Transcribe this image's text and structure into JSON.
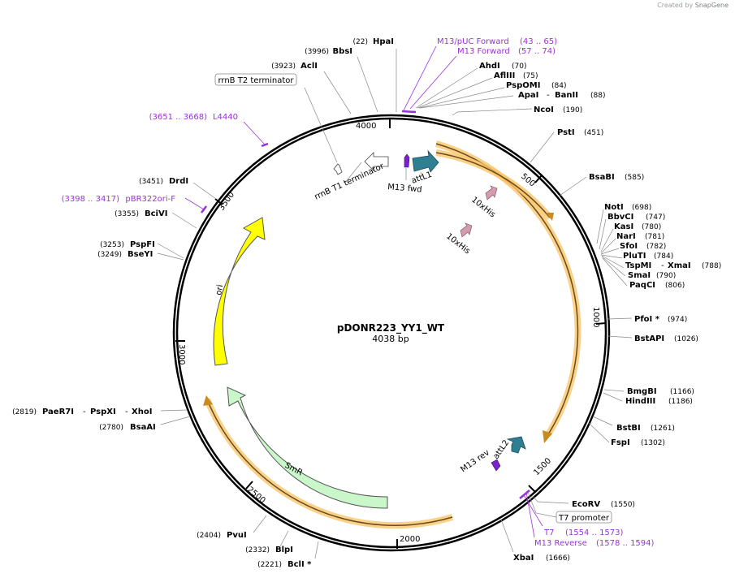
{
  "credit": {
    "prefix": "Created by",
    "brand": "SnapGene"
  },
  "plasmid": {
    "name": "pDONR223_YY1_WT",
    "length_label": "4038 bp",
    "length": 4038
  },
  "ticks": [
    {
      "label": "500",
      "pos": 500
    },
    {
      "label": "1000",
      "pos": 1000
    },
    {
      "label": "1500",
      "pos": 1500
    },
    {
      "label": "2000",
      "pos": 2000
    },
    {
      "label": "2500",
      "pos": 2500
    },
    {
      "label": "3000",
      "pos": 3000
    },
    {
      "label": "3500",
      "pos": 3500
    },
    {
      "label": "4000",
      "pos": 4000
    }
  ],
  "enzymes": [
    {
      "name": "HpaI",
      "pos": "(22)"
    },
    {
      "name": "BbsI",
      "pos": "(3996)"
    },
    {
      "name": "AclI",
      "pos": "(3923)"
    },
    {
      "name": "AhdI",
      "pos": "(70)"
    },
    {
      "name": "AflIII",
      "pos": "(75)"
    },
    {
      "name": "PspOMI",
      "pos": "(84)"
    },
    {
      "name": "ApaI",
      "extra": "BanII",
      "pos": "(88)"
    },
    {
      "name": "NcoI",
      "pos": "(190)"
    },
    {
      "name": "PstI",
      "pos": "(451)"
    },
    {
      "name": "BsaBI",
      "pos": "(585)"
    },
    {
      "name": "NotI",
      "pos": "(698)"
    },
    {
      "name": "BbvCI",
      "pos": "(747)"
    },
    {
      "name": "KasI",
      "pos": "(780)"
    },
    {
      "name": "NarI",
      "pos": "(781)"
    },
    {
      "name": "SfoI",
      "pos": "(782)"
    },
    {
      "name": "PluTI",
      "pos": "(784)"
    },
    {
      "name": "TspMI",
      "extra": "XmaI",
      "pos": "(788)"
    },
    {
      "name": "SmaI",
      "pos": "(790)"
    },
    {
      "name": "PaqCI",
      "pos": "(806)"
    },
    {
      "name": "PfoI *",
      "pos": "(974)"
    },
    {
      "name": "BstAPI",
      "pos": "(1026)"
    },
    {
      "name": "BmgBI",
      "pos": "(1166)"
    },
    {
      "name": "HindIII",
      "pos": "(1186)"
    },
    {
      "name": "BstBI",
      "pos": "(1261)"
    },
    {
      "name": "FspI",
      "pos": "(1302)"
    },
    {
      "name": "EcoRV",
      "pos": "(1550)"
    },
    {
      "name": "XbaI",
      "pos": "(1666)"
    },
    {
      "name": "BclI *",
      "pos": "(2221)"
    },
    {
      "name": "BlpI",
      "pos": "(2332)"
    },
    {
      "name": "PvuI",
      "pos": "(2404)"
    },
    {
      "name": "BsaAI",
      "pos": "(2780)"
    },
    {
      "name": "PaeR7I",
      "extra": "PspXI",
      "extra2": "XhoI",
      "pos": "(2819)"
    },
    {
      "name": "BseYI",
      "pos": "(3249)"
    },
    {
      "name": "PspFI",
      "pos": "(3253)"
    },
    {
      "name": "BciVI",
      "pos": "(3355)"
    },
    {
      "name": "DrdI",
      "pos": "(3451)"
    }
  ],
  "primers": [
    {
      "name": "M13/pUC Forward",
      "range": "(43 .. 65)"
    },
    {
      "name": "M13 Forward",
      "range": "(57 .. 74)"
    },
    {
      "name": "T7",
      "range": "(1554 .. 1573)"
    },
    {
      "name": "M13 Reverse",
      "range": "(1578 .. 1594)"
    },
    {
      "name": "L4440",
      "range": "(3651 .. 3668)"
    },
    {
      "name": "pBR322ori-F",
      "range": "(3398 .. 3417)"
    }
  ],
  "boxed_labels": {
    "t7_promoter": "T7 promoter",
    "rrnb_t2": "rrnB T2 terminator"
  },
  "features": {
    "attl1": "attL1",
    "attl2": "attL2",
    "m13_fwd": "M13 fwd",
    "m13_rev": "M13 rev",
    "his_a": "10xHis",
    "his_b": "10xHis",
    "rrnb_t1": "rrnB T1 terminator",
    "ori": "ori",
    "smr": "SmR"
  },
  "colors": {
    "backbone": "#000000",
    "primer": "#9b30d9",
    "attl": "#2f7f93",
    "his": "#d49cb0",
    "ori": "#ffff00",
    "smr": "#c9f7c9",
    "orf_glow": "#f9c66a",
    "orf_line": "#6b4a1a",
    "leader": "#888888"
  }
}
